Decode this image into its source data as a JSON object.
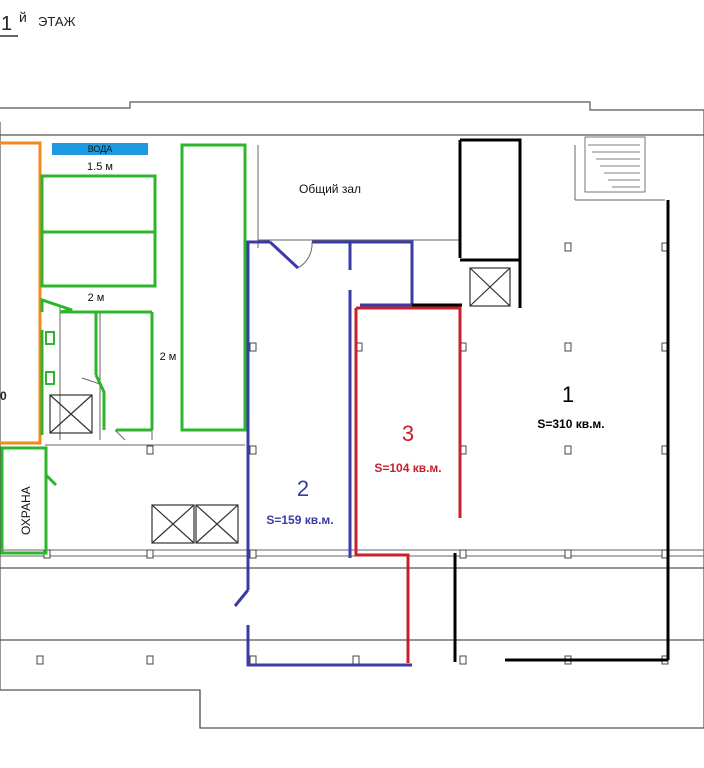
{
  "header": {
    "floor_number": "1",
    "floor_suffix": "й",
    "floor_word": "ЭТАЖ"
  },
  "labels": {
    "water": "ВОДА",
    "dim_1_5": "1.5 м",
    "dim_2_top": "2 м",
    "dim_2_side": "2 м",
    "common_hall": "Общий зал",
    "security": "ОХРАНА",
    "left_cut": "0"
  },
  "units": [
    {
      "number": "1",
      "area": "S=310 кв.м.",
      "color": "#000000"
    },
    {
      "number": "2",
      "area": "S=159 кв.м.",
      "color": "#3b3ba8"
    },
    {
      "number": "3",
      "area": "S=104 кв.м.",
      "color": "#c8202a"
    }
  ],
  "colors": {
    "green": "#2db52d",
    "orange": "#f08a1a",
    "blue": "#3b3ba8",
    "red": "#c8202a",
    "water_bar": "#1e9be0",
    "wall": "#555555"
  }
}
